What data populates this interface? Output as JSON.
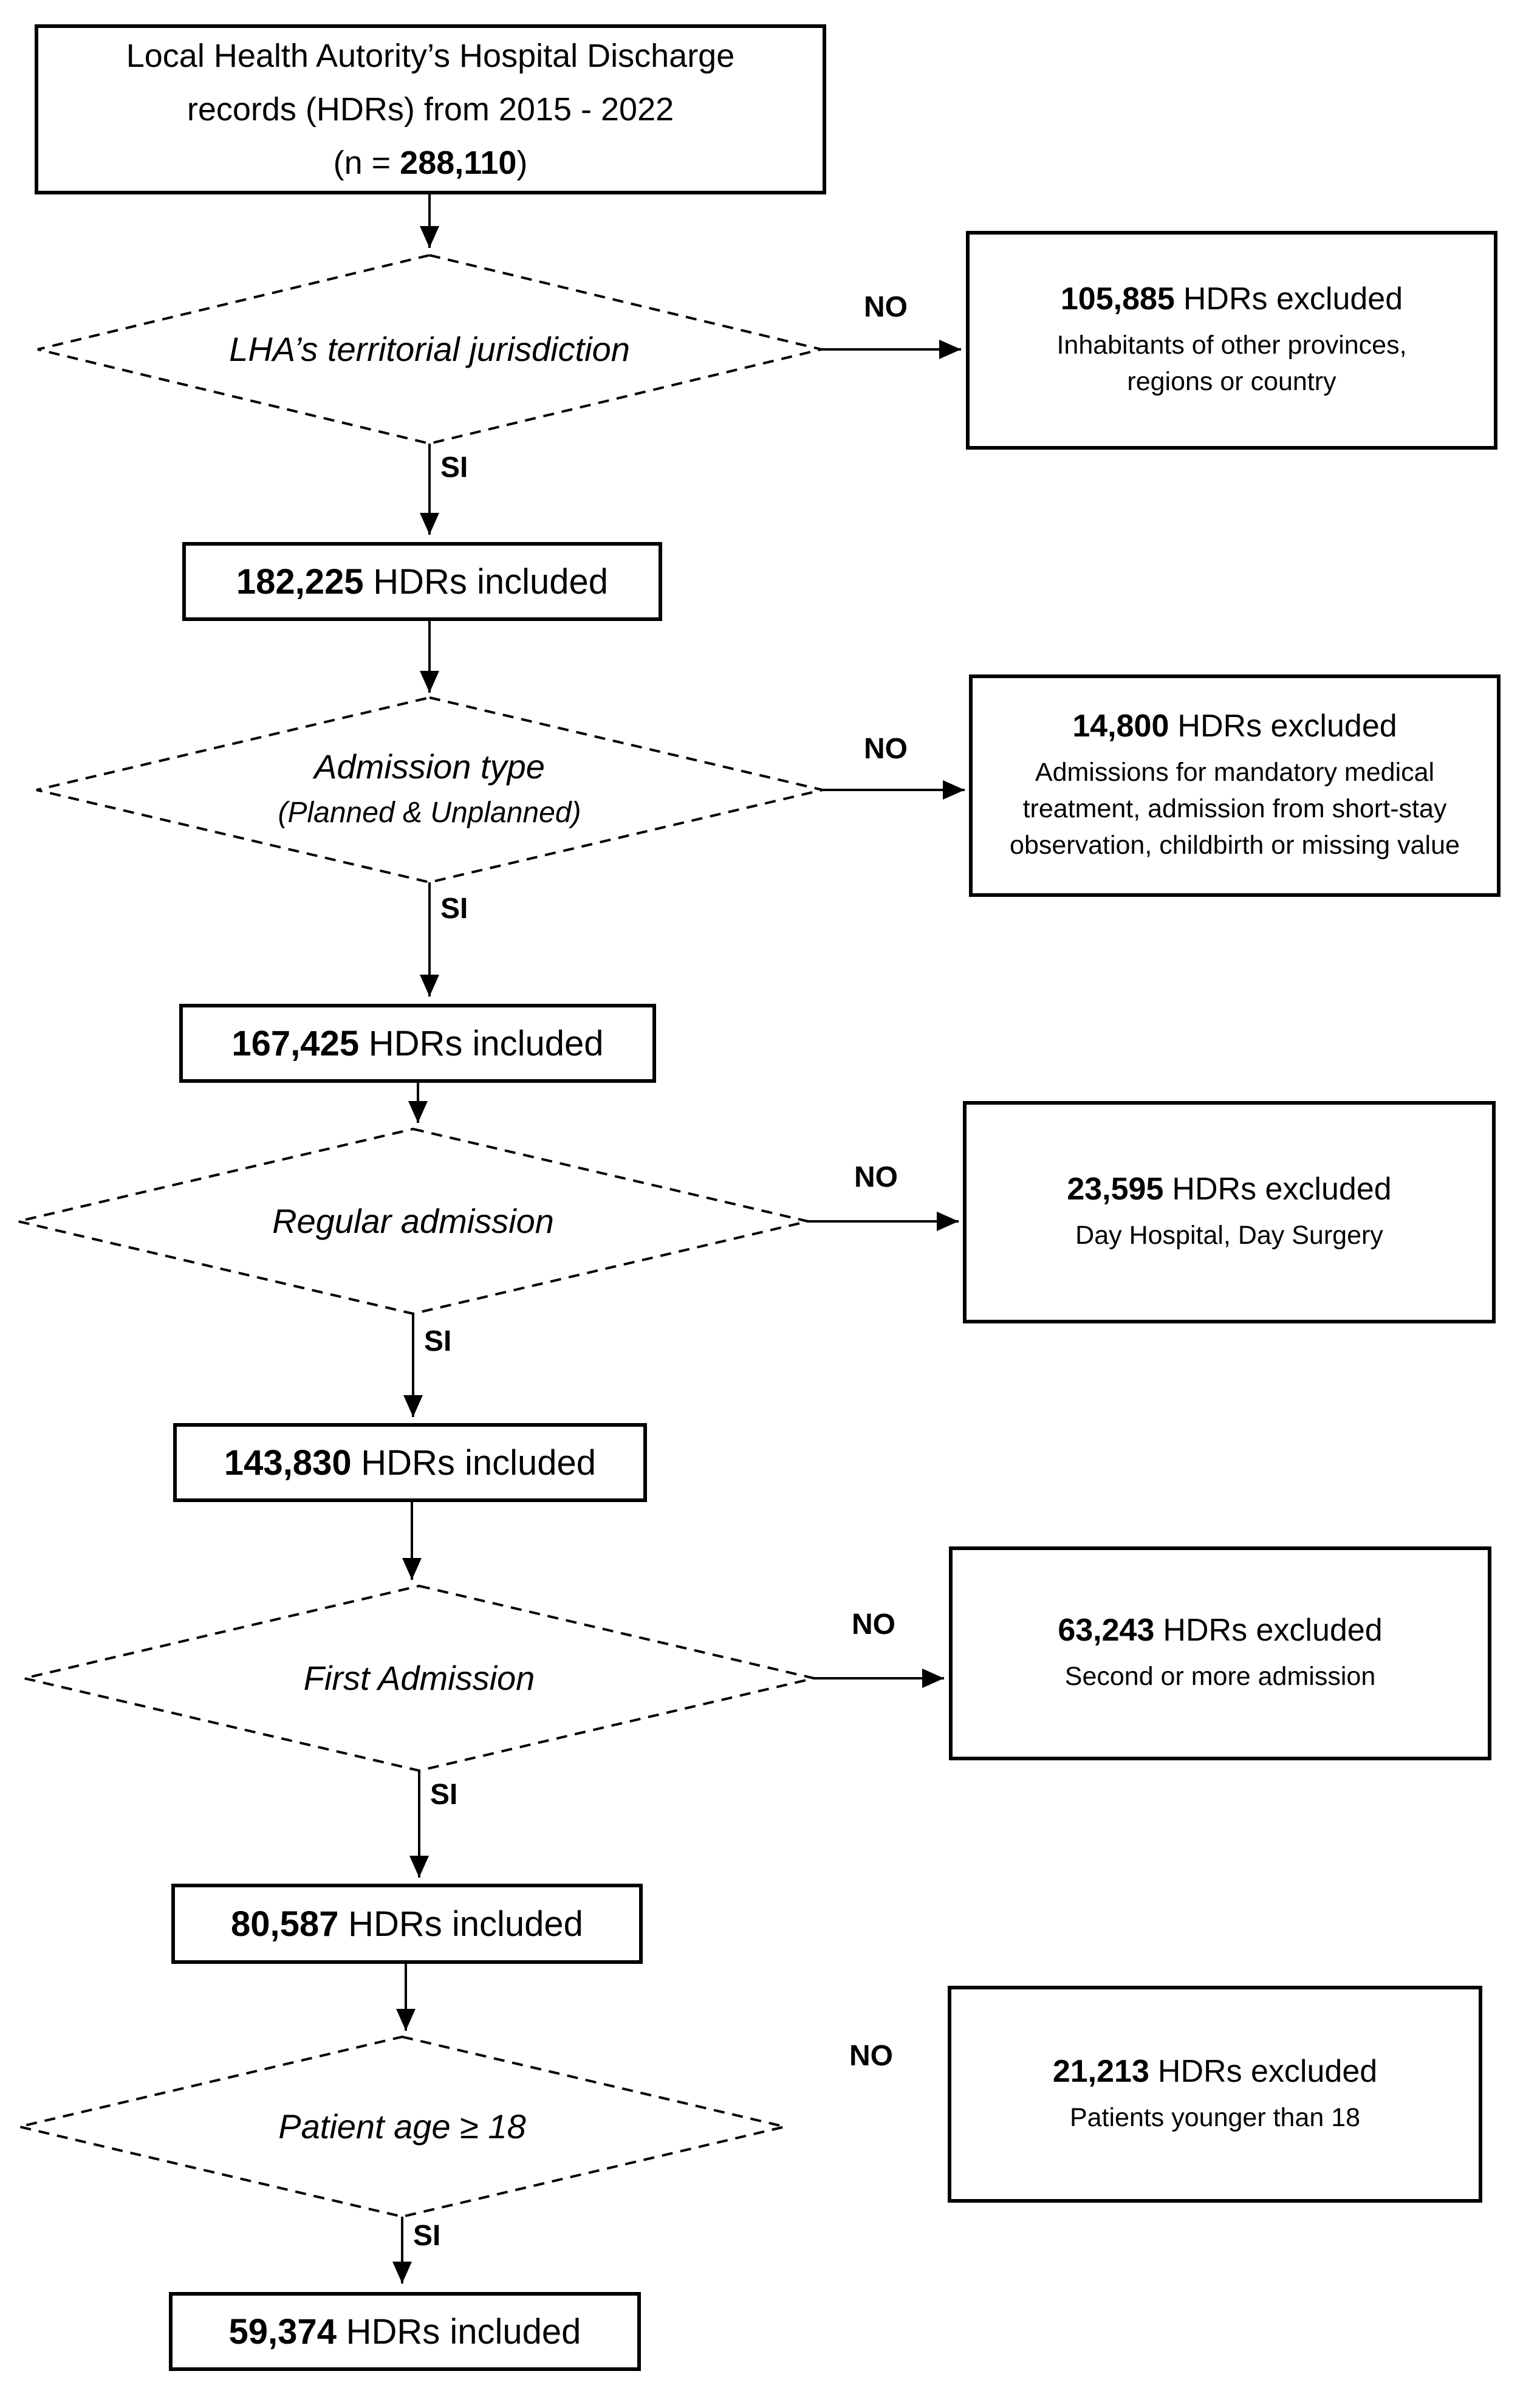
{
  "source_box": {
    "line1": "Local Health Autority’s Hospital Discharge",
    "line2": "records (HDRs) from 2015 - 2022",
    "n_open": "(n = ",
    "n_value": "288,110",
    "n_close": ")"
  },
  "labels": {
    "yes": "SI",
    "no": "NO"
  },
  "steps": [
    {
      "decision": "LHA’s territorial jurisdiction",
      "excluded": {
        "count": "105,885",
        "label": "HDRs excluded",
        "reason": "Inhabitants of other provinces,\nregions or country"
      },
      "included": {
        "count": "182,225",
        "label": "HDRs included"
      }
    },
    {
      "decision": "Admission type",
      "decision_note": "(Planned & Unplanned)",
      "excluded": {
        "count": "14,800",
        "label": "HDRs excluded",
        "reason": "Admissions for mandatory medical\ntreatment, admission from short-stay\nobservation, childbirth or missing value"
      },
      "included": {
        "count": "167,425",
        "label": "HDRs included"
      }
    },
    {
      "decision": "Regular admission",
      "excluded": {
        "count": "23,595",
        "label": "HDRs excluded",
        "reason": "Day Hospital, Day Surgery"
      },
      "included": {
        "count": "143,830",
        "label": "HDRs included"
      }
    },
    {
      "decision": "First Admission",
      "excluded": {
        "count": "63,243",
        "label": "HDRs excluded",
        "reason": "Second or more admission"
      },
      "included": {
        "count": "80,587",
        "label": "HDRs included"
      }
    },
    {
      "decision": "Patient age ≥ 18",
      "excluded": {
        "count": "21,213",
        "label": "HDRs excluded",
        "reason": "Patients younger than 18"
      },
      "included": {
        "count": "59,374",
        "label": "HDRs included"
      }
    }
  ]
}
